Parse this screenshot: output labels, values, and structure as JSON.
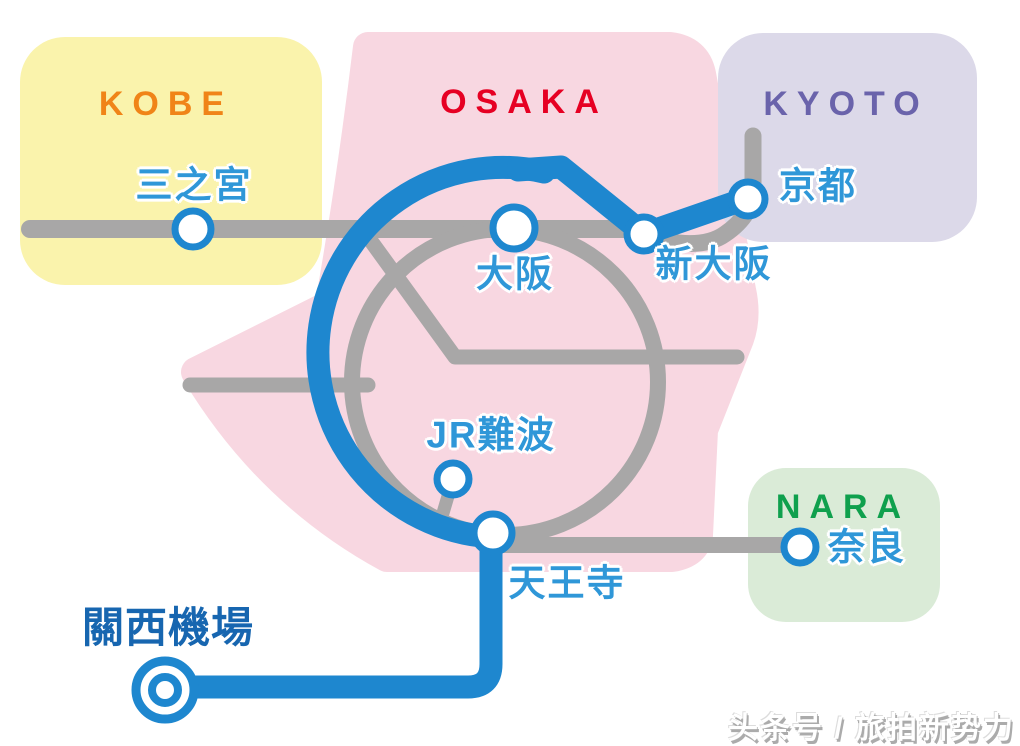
{
  "colors": {
    "line_gray": "#A8A7A7",
    "line_blue": "#1E87CF",
    "station_ring_blue": "#1E87CF",
    "station_fill": "#FFFFFF",
    "station_label_blue": "#2F97D8",
    "airport_label_blue": "#1766B0",
    "kobe_bg": "#FAF3AC",
    "kobe_text": "#F08418",
    "osaka_bg": "#F8D7E1",
    "osaka_text": "#E60023",
    "kyoto_bg": "#DCD9E9",
    "kyoto_text": "#6A63AB",
    "nara_bg": "#DAEBD7",
    "nara_text": "#0FA04D",
    "watermark_shadow": "#ABABAB"
  },
  "regions": {
    "kobe": {
      "label": "KOBE"
    },
    "osaka": {
      "label": "OSAKA"
    },
    "kyoto": {
      "label": "KYOTO"
    },
    "nara": {
      "label": "NARA"
    }
  },
  "stations": {
    "sannomiya": {
      "name": "三之宮"
    },
    "osaka": {
      "name": "大阪"
    },
    "shin_osaka": {
      "name": "新大阪"
    },
    "kyoto": {
      "name": "京都"
    },
    "jr_namba": {
      "name": "JR難波"
    },
    "tennoji": {
      "name": "天王寺"
    },
    "nara": {
      "name": "奈良"
    },
    "kansai_airport": {
      "name": "關西機場"
    }
  },
  "watermark": {
    "text": "头条号 / 旅拍新势力"
  }
}
